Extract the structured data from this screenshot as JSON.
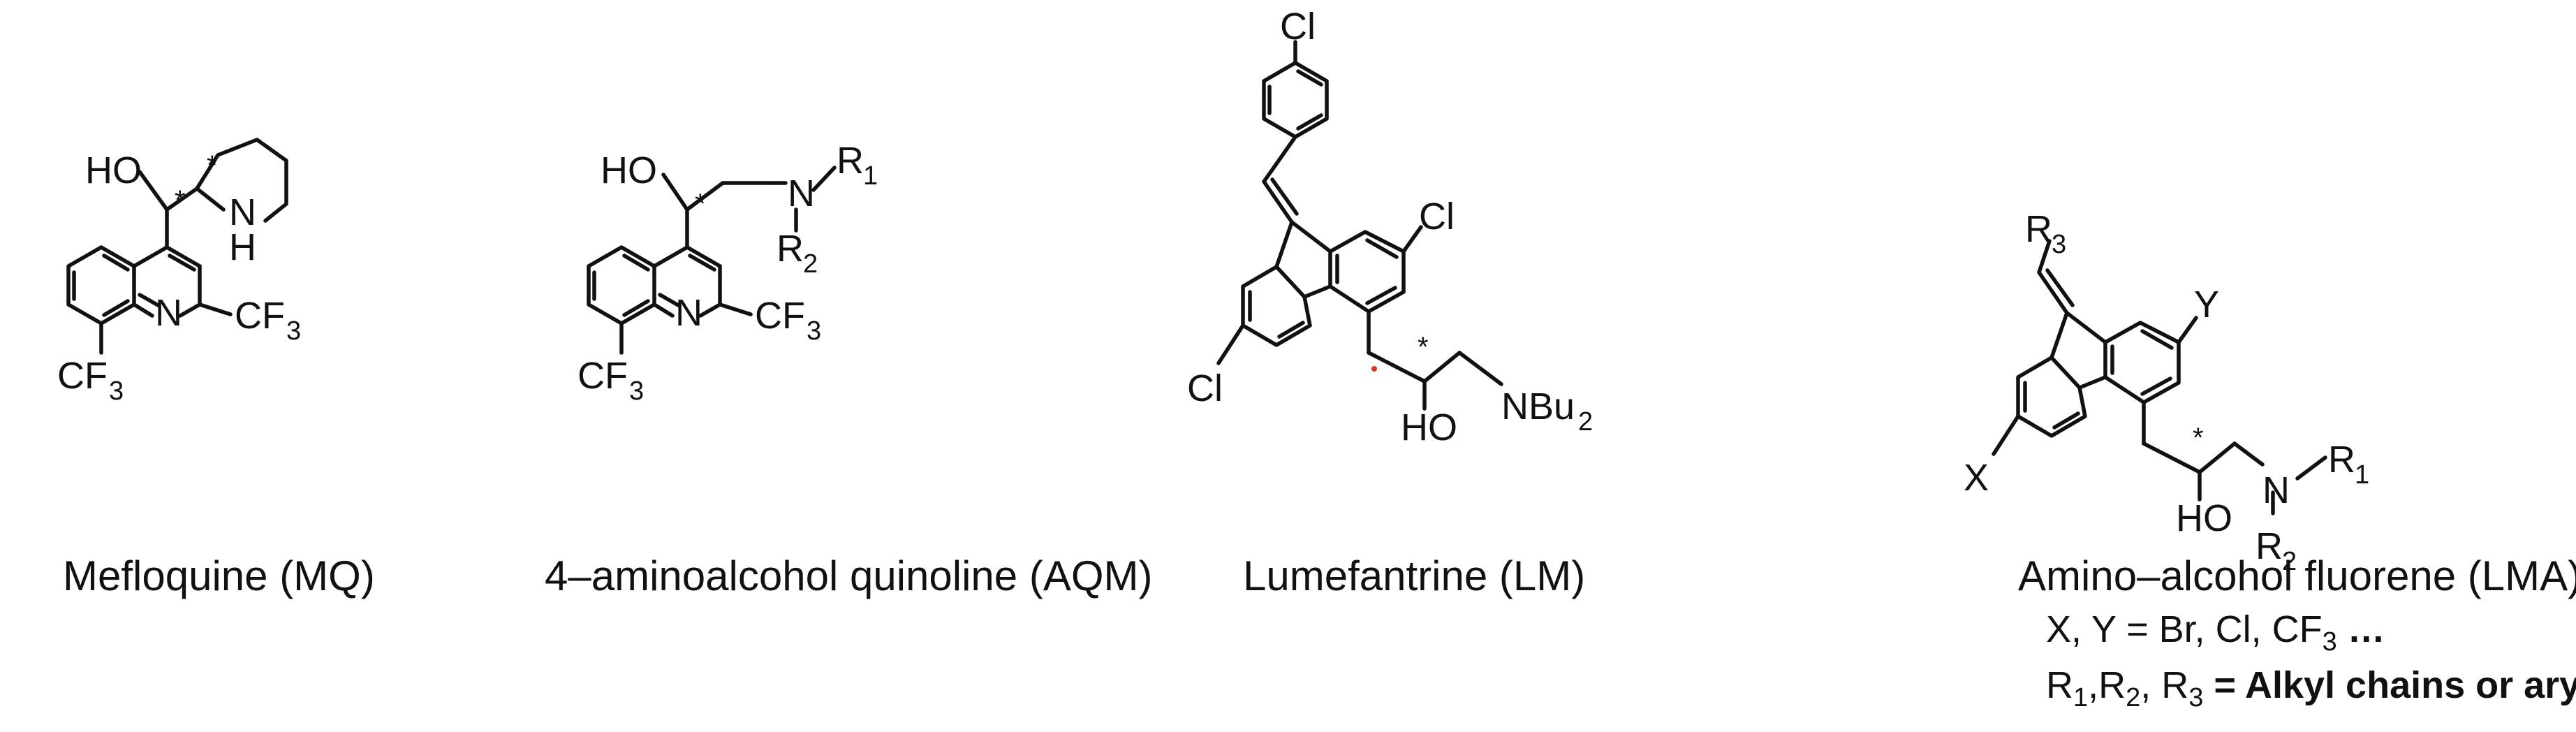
{
  "figure": {
    "captions": {
      "mq": "Mefloquine (MQ)",
      "aqm": "4–aminoalcohol quinoline (AQM)",
      "lm": "Lumefantrine (LM)",
      "lma": "Amino–alcohol fluorene (LMA)"
    },
    "notes": {
      "line1_prefix": "X, Y = Br, Cl, CF",
      "line1_sub": "3",
      "line1_suffix": " …",
      "line2_r1": "R",
      "line2_r1_sub": "1",
      "line2_sep1": ",R",
      "line2_r2_sub": "2",
      "line2_sep2": ", R",
      "line2_r3_sub": "3",
      "line2_suffix": " = Alkyl chains or aryle …"
    },
    "labels": {
      "HO": "HO",
      "N": "N",
      "H": "H",
      "Cl": "Cl",
      "CF": "CF",
      "sub3": "3",
      "star": "*",
      "R": "R",
      "sub1": "1",
      "sub2": "2",
      "NBu": "NBu",
      "X": "X",
      "Y": "Y"
    },
    "colors": {
      "ink": "#111111",
      "stereo_dot": "#e03030"
    }
  }
}
